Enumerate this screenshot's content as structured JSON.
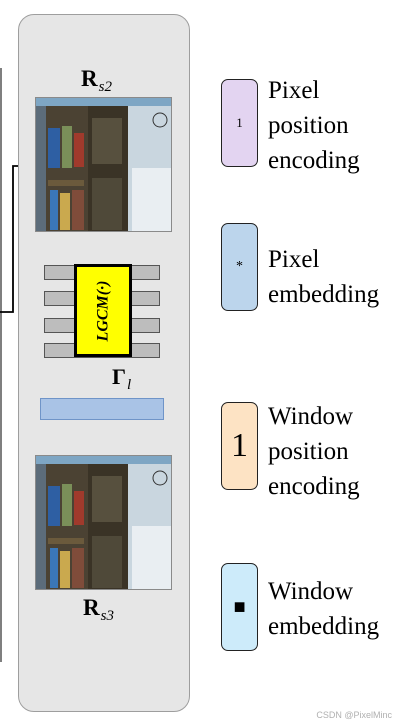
{
  "diagram": {
    "input_symbol": {
      "main": "R",
      "sub": "s2"
    },
    "module_label": "LGCM(·)",
    "feature_symbol": {
      "main": "Γ",
      "sub": "l"
    },
    "output_symbol": {
      "main": "R",
      "sub": "s3"
    }
  },
  "legend": {
    "items": [
      {
        "glyph": "1",
        "label": "Pixel\nposition\nencoding",
        "color": "#e3d4f1"
      },
      {
        "glyph": "*",
        "label": "Pixel\nembedding",
        "color": "#bcd5ec"
      },
      {
        "glyph": "1",
        "label": "Window\nposition\nencoding",
        "color": "#fde3c4"
      },
      {
        "glyph": "■",
        "label": "Window\nembedding",
        "color": "#cdebfa"
      }
    ]
  },
  "watermark": "CSDN @PixelMinc",
  "colors": {
    "module": "#ffff00",
    "panel": "#e6e6e6",
    "feature_bar": "#a9c3e6"
  }
}
